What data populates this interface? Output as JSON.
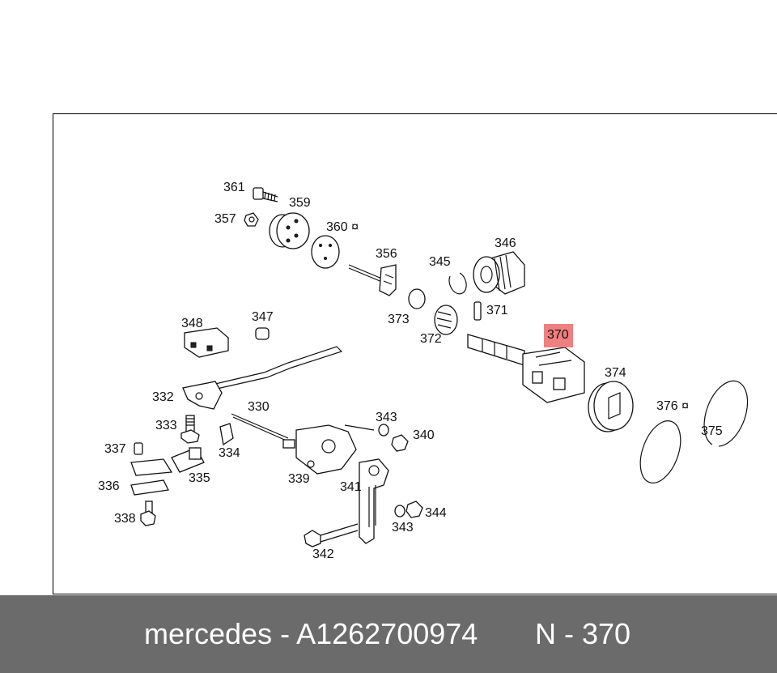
{
  "diagram": {
    "highlighted_label": "370",
    "labels": [
      "361",
      "359",
      "357",
      "360 ¤",
      "356",
      "346",
      "345",
      "371",
      "373",
      "372",
      "370",
      "348",
      "347",
      "374",
      "376 ¤",
      "375",
      "332",
      "330",
      "343",
      "340",
      "333",
      "337",
      "334",
      "335",
      "339",
      "341",
      "336",
      "338",
      "344",
      "343",
      "342"
    ]
  },
  "footer": {
    "text": "mercedes - A1262700974",
    "part": "N - 370"
  }
}
